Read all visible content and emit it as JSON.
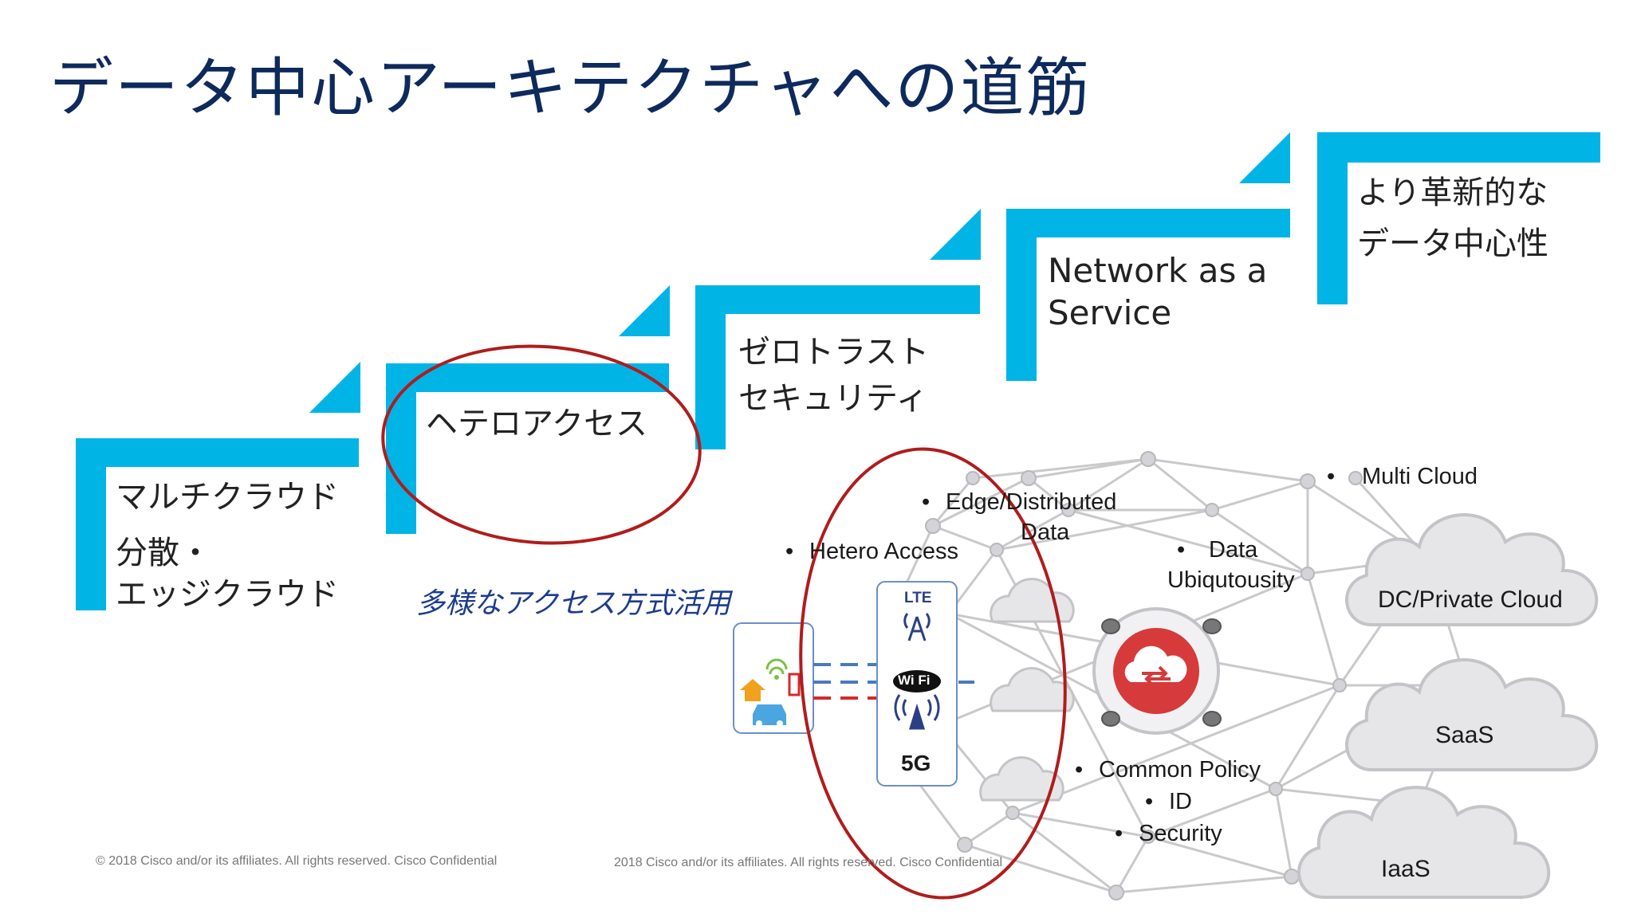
{
  "title": "データ中心アーキテクチャへの道筋",
  "stairs": [
    {
      "lines": [
        "マルチクラウド",
        "分散・",
        "エッジクラウド"
      ]
    },
    {
      "lines": [
        "ヘテロアクセス"
      ]
    },
    {
      "lines": [
        "ゼロトラスト",
        "セキュリティ"
      ]
    },
    {
      "lines": [
        "Network as a",
        "Service"
      ]
    },
    {
      "lines": [
        "より革新的な",
        "データ中心性"
      ]
    }
  ],
  "subtitle": "多様なアクセス方式活用",
  "bullets": {
    "hetero_access": "Hetero Access",
    "edge_line1": "Edge/Distributed",
    "edge_line2": "Data",
    "data_line1": "Data",
    "data_line2": "Ubiqutousity",
    "multi_cloud": "Multi Cloud",
    "common_policy": "Common Policy",
    "id": "ID",
    "security": "Security"
  },
  "clouds": {
    "dc": "DC/Private Cloud",
    "saas": "SaaS",
    "iaas": "IaaS"
  },
  "access": {
    "lte": "LTE",
    "wifi": "Wi Fi",
    "fiveg": "5G"
  },
  "footer": {
    "left": "© 2018  Cisco and/or its affiliates. All rights reserved.   Cisco Confidential",
    "right": "2018  Cisco and/or its affiliates. All rights reserved.   Cisco Confidential"
  },
  "colors": {
    "accent": "#00b4e6",
    "title": "#0e2a5c",
    "circle": "#b01c1c",
    "cloud_fill": "#e6e6e8",
    "hub": "#d63a3a"
  },
  "icons": [
    "house-icon",
    "wifi-signal-icon",
    "car-icon",
    "plug-icon",
    "cell-tower-icon",
    "wifi-logo-icon",
    "antenna-icon",
    "cloud-sync-icon"
  ]
}
